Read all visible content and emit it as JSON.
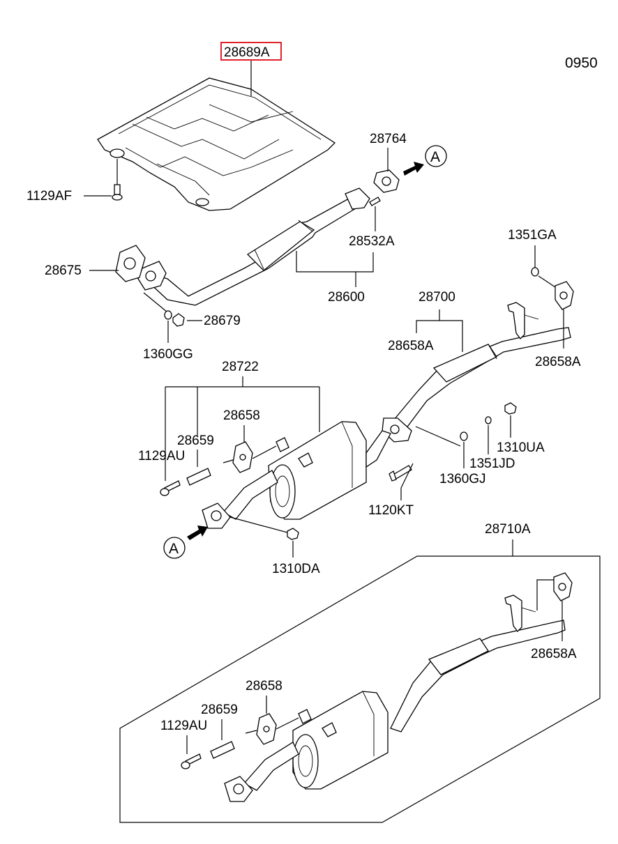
{
  "page_code": "0950",
  "highlighted_part": "28689A",
  "highlight_color": "#e0202a",
  "connection_marker": "A",
  "labels": {
    "heat_shield": "28689A",
    "bolt_1129af": "1129AF",
    "gasket_28764": "28764",
    "bolt_28532a": "28532A",
    "gasket_28675": "28675",
    "front_pipe": "28600",
    "nut_28679": "28679",
    "spring_1360gg": "1360GG",
    "hanger_1351ga": "1351GA",
    "center_muffler": "28700",
    "hanger_28658a_left": "28658A",
    "hanger_28658a_right": "28658A",
    "main_muffler_group": "28722",
    "hanger_28658": "28658",
    "sleeve_28659": "28659",
    "bolt_1129au": "1129AU",
    "nut_1310ua": "1310UA",
    "washer_1351jd": "1351JD",
    "spring_1360gj": "1360GJ",
    "bolt_1120kt": "1120KT",
    "nut_1310da": "1310DA",
    "rear_assy": "28710A",
    "hanger_28658a_lower": "28658A",
    "hanger_28658_lower": "28658",
    "sleeve_28659_lower": "28659",
    "bolt_1129au_lower": "1129AU"
  }
}
